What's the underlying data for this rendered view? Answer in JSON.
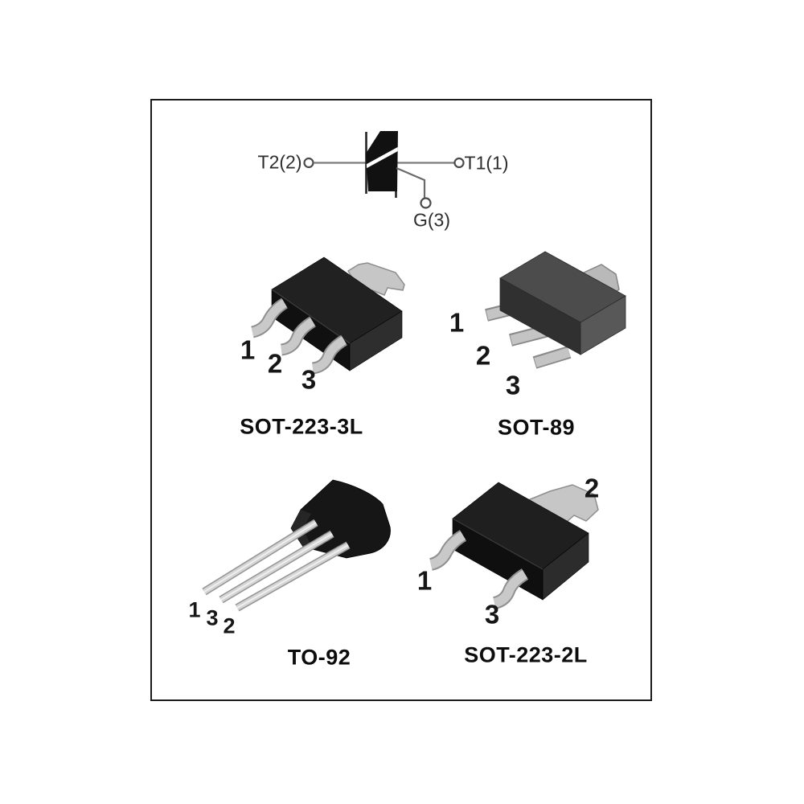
{
  "figure": {
    "schematic": {
      "left_terminal": "T2(2)",
      "right_terminal": "T1(1)",
      "gate_terminal": "G(3)"
    },
    "packages": [
      {
        "id": "sot223_3l",
        "name": "SOT-223-3L",
        "pins": {
          "p1": "1",
          "p2": "2",
          "p3": "3"
        }
      },
      {
        "id": "sot89",
        "name": "SOT-89",
        "pins": {
          "p1": "1",
          "p2": "2",
          "p3": "3"
        }
      },
      {
        "id": "to92",
        "name": "TO-92",
        "pins": {
          "p1": "1",
          "p3": "3",
          "p2": "2"
        }
      },
      {
        "id": "sot223_2l",
        "name": "SOT-223-2L",
        "pins": {
          "p1": "1",
          "p2": "2",
          "p3": "3"
        }
      }
    ]
  },
  "colors": {
    "frame_border": "#1b1b1b",
    "package_body_black": "#1c1c1c",
    "package_body_gray": "#4c4c4c",
    "lead_gray": "#c9c9c9",
    "lead_outline": "#8f8f8f",
    "tab_gray": "#c6c6c6",
    "schematic_line": "#7a7a7a",
    "symbol_black": "#111111",
    "text_dark": "#222222"
  }
}
